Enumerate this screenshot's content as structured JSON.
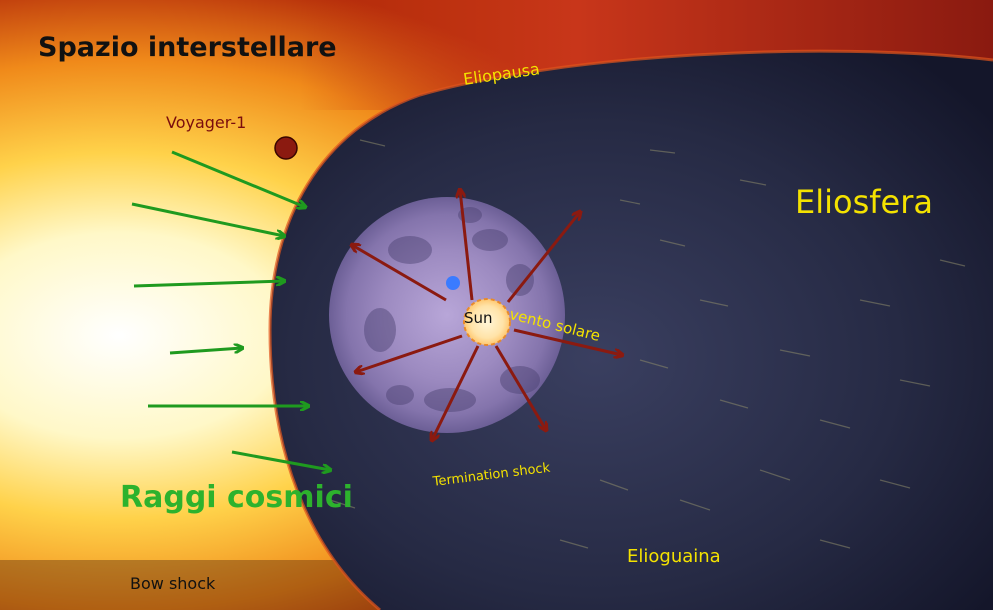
{
  "labels": {
    "title": "Spazio interstellare",
    "eliopausa": "Eliopausa",
    "voyager": "Voyager-1",
    "eliosfera": "Eliosfera",
    "sun": "Sun",
    "vento_solare": "vento solare",
    "termination_shock": "Termination shock",
    "raggi_cosmici": "Raggi cosmici",
    "elioguaina": "Elioguaina",
    "bow_shock": "Bow shock"
  },
  "colors": {
    "cosmic_ray_arrows": "#1f9a1f",
    "solar_wind_arrows": "#8b1a10",
    "yellow_text": "#f4e200",
    "voyager": "#8b1a10",
    "blue_dot": "#3a7bff"
  }
}
